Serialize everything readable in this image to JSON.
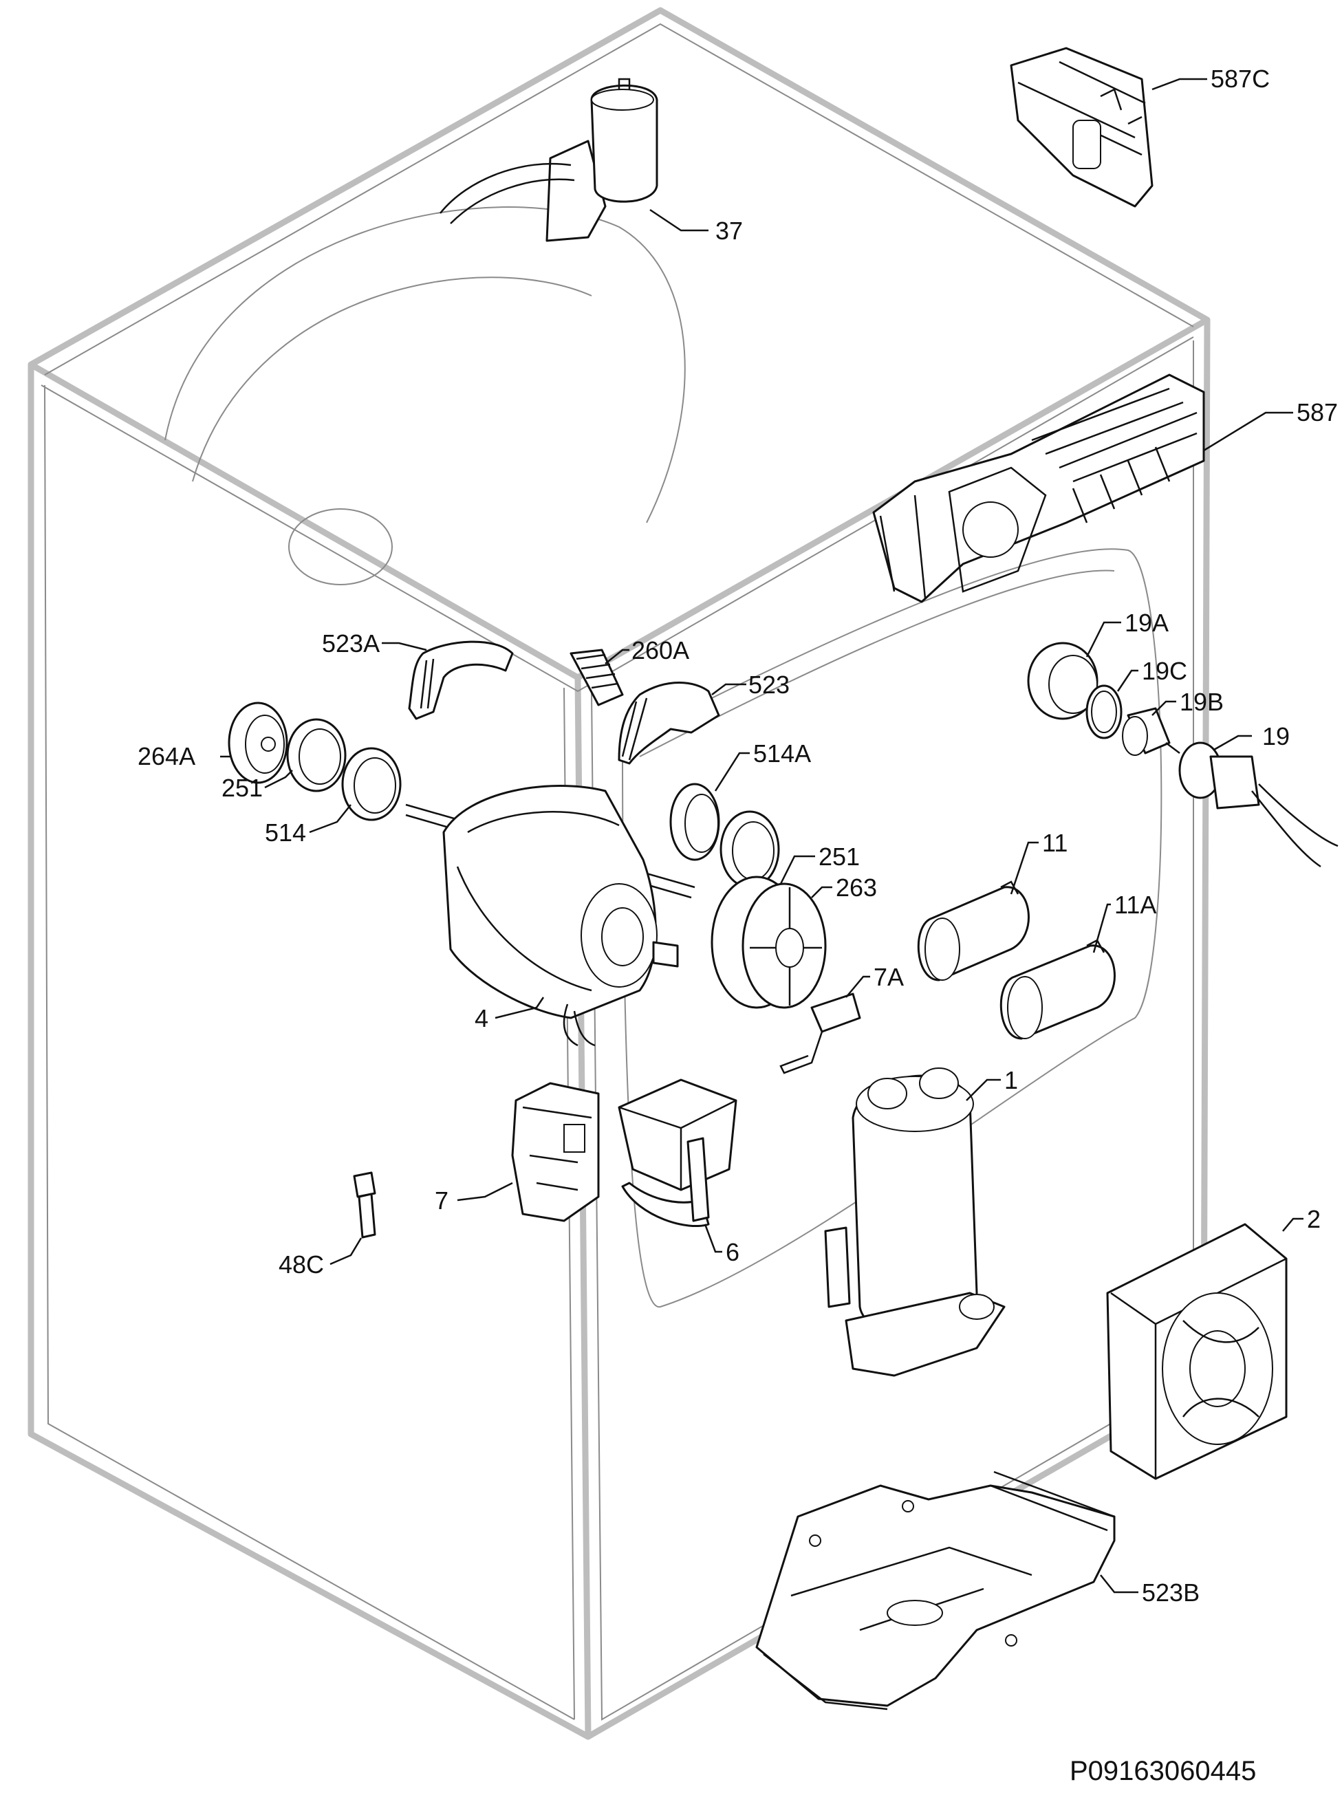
{
  "diagram": {
    "drawing_code": "P09163060445",
    "part_labels": {
      "l587C": "587C",
      "l37": "37",
      "l587": "587",
      "l523A": "523A",
      "l260A": "260A",
      "l523": "523",
      "l19A": "19A",
      "l19C": "19C",
      "l19B": "19B",
      "l19": "19",
      "l264A": "264A",
      "l251a": "251",
      "l514": "514",
      "l514A": "514A",
      "l251b": "251",
      "l263": "263",
      "l11": "11",
      "l11A": "11A",
      "l7A": "7A",
      "l4": "4",
      "l1": "1",
      "l7": "7",
      "l6": "6",
      "l48C": "48C",
      "l2": "2",
      "l523B": "523B"
    }
  }
}
